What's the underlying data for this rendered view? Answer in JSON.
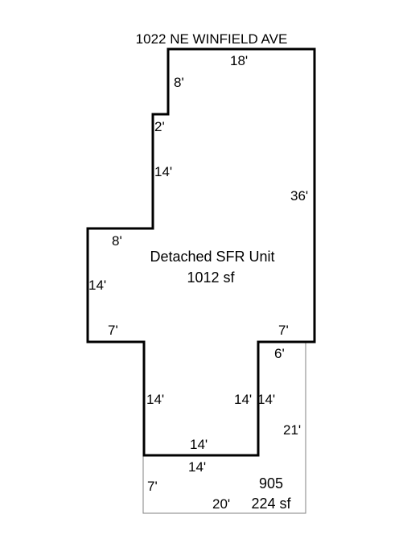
{
  "address": "1022 NE WINFIELD AVE",
  "main_unit": {
    "name": "Detached SFR Unit",
    "area": "1012 sf",
    "dimensions": [
      "18'",
      "8'",
      "2'",
      "14'",
      "36'",
      "8'",
      "14'",
      "7'",
      "7'",
      "14'",
      "14'",
      "14'"
    ]
  },
  "annex": {
    "code": "905",
    "area": "224 sf",
    "dimensions": [
      "6'",
      "14'",
      "21'",
      "14'",
      "7'",
      "20'"
    ]
  },
  "colors": {
    "wall": "#000000",
    "annex_line": "#808080",
    "background": "#ffffff"
  }
}
